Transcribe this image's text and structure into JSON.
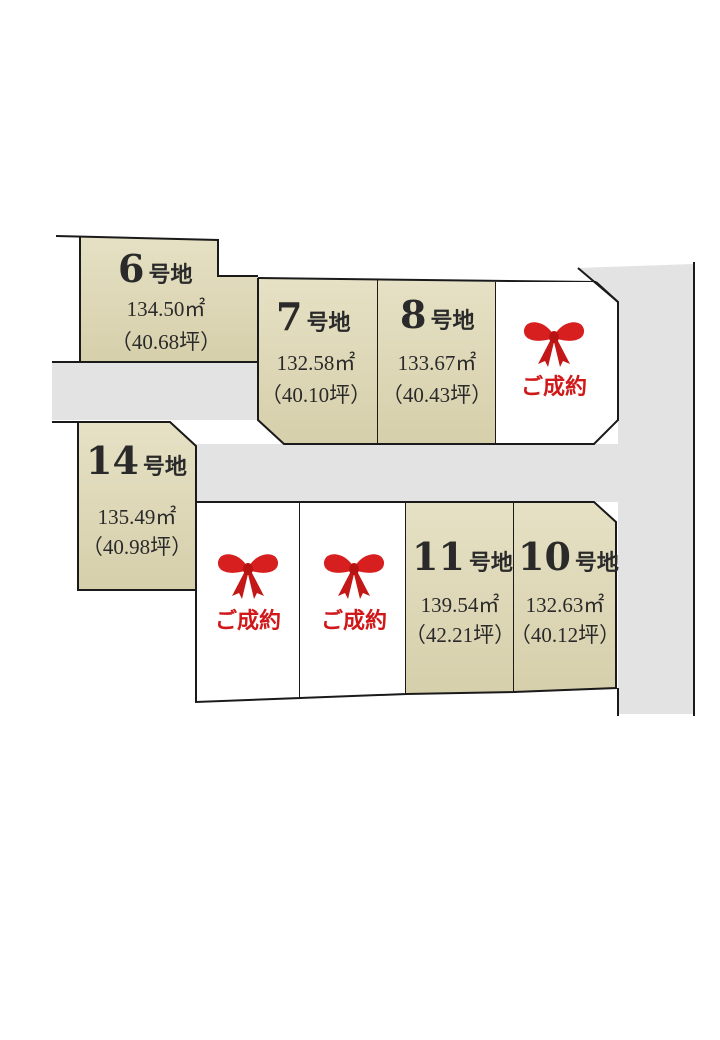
{
  "colors": {
    "available_lot": "#ddd7b6",
    "sold_lot": "#ffffff",
    "road": "#e3e3e3",
    "outline": "#1a1a1a",
    "sold_text": "#d0181a",
    "ribbon": "#d81f1f"
  },
  "lots": [
    {
      "id": "lot-6",
      "number": "6",
      "suffix": "号地",
      "area_m2": "134.50㎡",
      "area_tsubo": "（40.68坪）",
      "status": "available"
    },
    {
      "id": "lot-7",
      "number": "7",
      "suffix": "号地",
      "area_m2": "132.58㎡",
      "area_tsubo": "（40.10坪）",
      "status": "available"
    },
    {
      "id": "lot-8",
      "number": "8",
      "suffix": "号地",
      "area_m2": "133.67㎡",
      "area_tsubo": "（40.43坪）",
      "status": "available"
    },
    {
      "id": "lot-sold-top",
      "sold_label": "ご成約",
      "icon": "ribbon-bow-icon",
      "status": "sold"
    },
    {
      "id": "lot-14",
      "number": "14",
      "suffix": "号地",
      "area_m2": "135.49㎡",
      "area_tsubo": "（40.98坪）",
      "status": "available"
    },
    {
      "id": "lot-sold-bottom-1",
      "sold_label": "ご成約",
      "icon": "ribbon-bow-icon",
      "status": "sold"
    },
    {
      "id": "lot-sold-bottom-2",
      "sold_label": "ご成約",
      "icon": "ribbon-bow-icon",
      "status": "sold"
    },
    {
      "id": "lot-11",
      "number": "11",
      "suffix": "号地",
      "area_m2": "139.54㎡",
      "area_tsubo": "（42.21坪）",
      "status": "available"
    },
    {
      "id": "lot-10",
      "number": "10",
      "suffix": "号地",
      "area_m2": "132.63㎡",
      "area_tsubo": "（40.12坪）",
      "status": "available"
    }
  ]
}
